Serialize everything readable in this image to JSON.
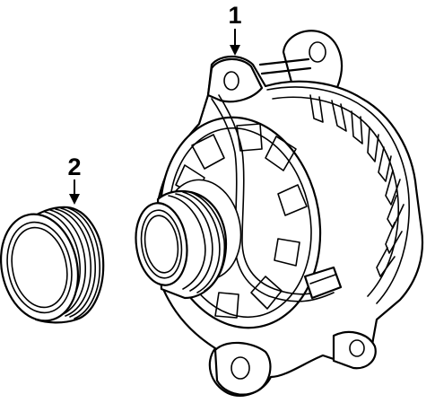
{
  "diagram": {
    "callouts": [
      {
        "id": "part-1",
        "label": "1"
      },
      {
        "id": "part-2",
        "label": "2"
      }
    ],
    "line_color": "#000000",
    "background_color": "#ffffff"
  }
}
